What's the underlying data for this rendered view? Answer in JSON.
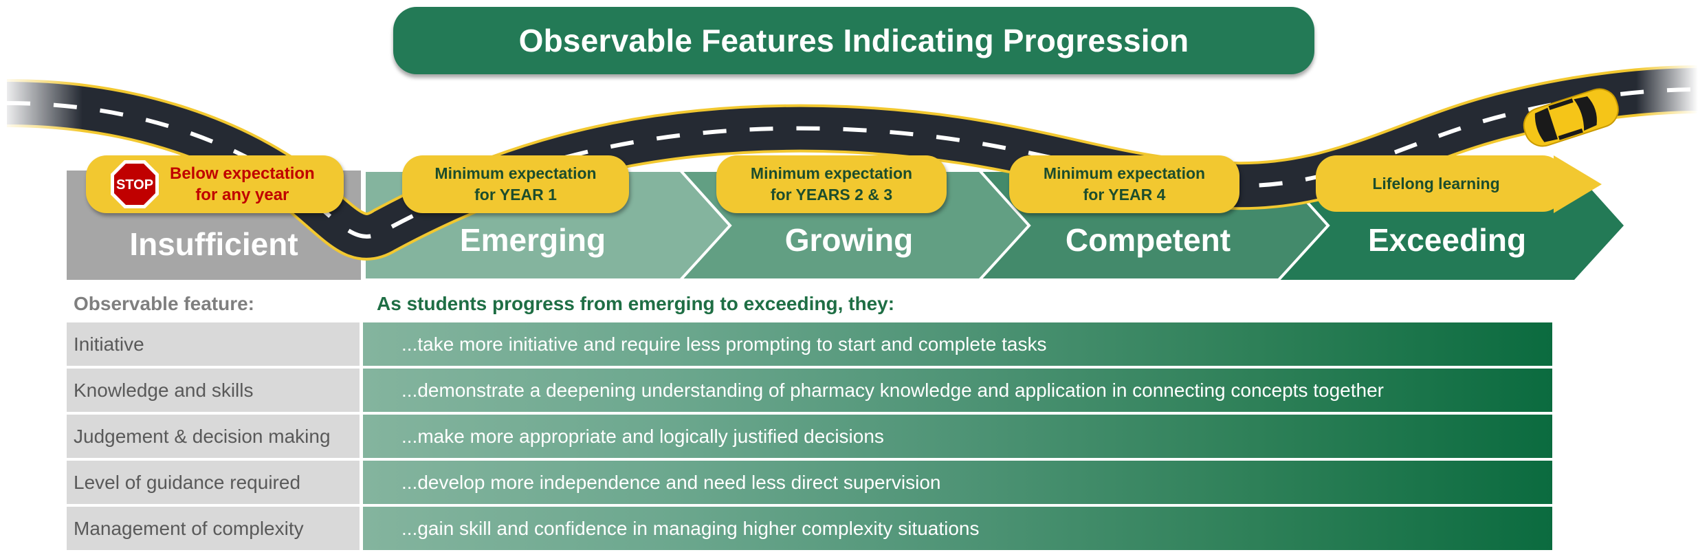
{
  "title": "Observable Features Indicating Progression",
  "colors": {
    "title_bg": "#237a56",
    "insufficient": "#a6a6a6",
    "emerging": "#84b49e",
    "growing": "#629f83",
    "competent": "#438a6b",
    "exceeding": "#237a56",
    "callout": "#f2c830",
    "callout_text": "#1c4d2c",
    "stop_text": "#c00000",
    "road": "#252a33",
    "road_edge": "#f2c830"
  },
  "stages": [
    {
      "name": "Insufficient",
      "callout": "Below expectation\nfor any year",
      "icon": "stop-sign-icon"
    },
    {
      "name": "Emerging",
      "callout": "Minimum expectation\nfor YEAR 1"
    },
    {
      "name": "Growing",
      "callout": "Minimum expectation\nfor YEARS 2 & 3"
    },
    {
      "name": "Competent",
      "callout": "Minimum expectation\nfor YEAR 4"
    },
    {
      "name": "Exceeding",
      "callout": "Lifelong learning",
      "icon": "arrow-right-icon"
    }
  ],
  "stop_sign_label": "STOP",
  "decorations": {
    "road": "road-icon",
    "car": "car-icon"
  },
  "table": {
    "left_header": "Observable feature:",
    "right_header": "As students progress from emerging to exceeding, they:",
    "rows": [
      {
        "feature": "Initiative",
        "description": "...take more initiative and require less prompting to start and complete tasks"
      },
      {
        "feature": "Knowledge and skills",
        "description": "...demonstrate a deepening understanding of pharmacy knowledge and application in connecting concepts together"
      },
      {
        "feature": "Judgement & decision making",
        "description": "...make more appropriate and logically justified decisions"
      },
      {
        "feature": "Level of guidance required",
        "description": "...develop more independence and need less direct supervision"
      },
      {
        "feature": "Management of complexity",
        "description": "...gain skill and confidence in managing higher complexity situations"
      }
    ]
  }
}
